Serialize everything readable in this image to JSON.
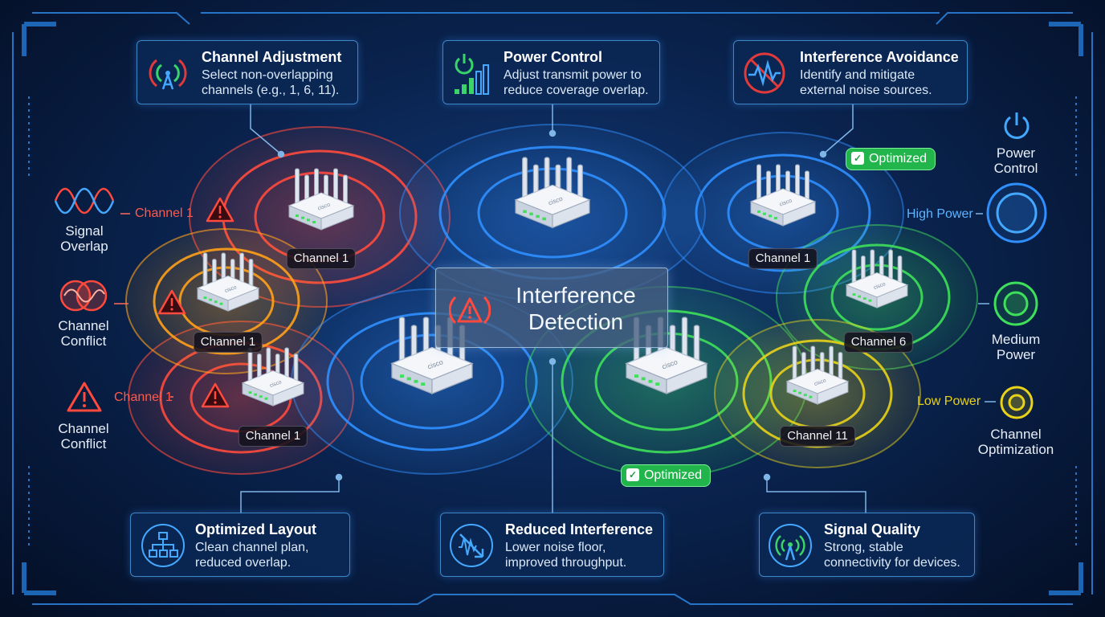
{
  "top_cards": [
    {
      "title": "Channel Adjustment",
      "line1": "Select non-overlapping",
      "line2": "channels (e.g., 1, 6, 11).",
      "icon": "antenna-signal-icon"
    },
    {
      "title": "Power Control",
      "line1": "Adjust transmit power to",
      "line2": "reduce coverage overlap.",
      "icon": "power-bars-icon"
    },
    {
      "title": "Interference Avoidance",
      "line1": "Identify and mitigate",
      "line2": "external noise sources.",
      "icon": "blocked-wave-icon"
    }
  ],
  "bottom_cards": [
    {
      "title": "Optimized Layout",
      "line1": "Clean channel plan,",
      "line2": "reduced overlap.",
      "icon": "network-tree-icon"
    },
    {
      "title": "Reduced Interference",
      "line1": "Lower noise floor,",
      "line2": "improved throughput.",
      "icon": "noise-down-icon"
    },
    {
      "title": "Signal Quality",
      "line1": "Strong, stable",
      "line2": "connectivity for devices.",
      "icon": "antenna-signal-icon"
    }
  ],
  "center": {
    "line1": "Interference",
    "line2": "Detection",
    "icon": "warning-signal-icon"
  },
  "router_tags": [
    "Channel 1",
    "Channel 1",
    "Channel 1",
    "Channel 1",
    "Channel 6",
    "Channel 11"
  ],
  "badges": [
    "Optimized",
    "Optimized"
  ],
  "left_legend": [
    {
      "line1": "Signal",
      "line2": "Overlap",
      "icon": "waves-overlap-icon"
    },
    {
      "line1": "Channel",
      "line2": "Conflict",
      "icon": "overlapping-circles-icon"
    },
    {
      "line1": "Channel",
      "line2": "Conflict",
      "icon": "warning-triangle-icon"
    }
  ],
  "left_labels": [
    "Channel 1",
    "Channel 1"
  ],
  "right_legend": {
    "power_control": {
      "line1": "Power",
      "line2": "Control"
    },
    "high_power": "High Power",
    "medium_power": {
      "line1": "Medium",
      "line2": "Power"
    },
    "low_power": "Low Power",
    "channel_optimization": {
      "line1": "Channel",
      "line2": "Optimization"
    }
  },
  "router_brand": "cisco",
  "colors": {
    "red": "#ff4a3d",
    "orange": "#ffa11a",
    "blue": "#2f8fff",
    "green": "#3ee05a",
    "yellow": "#e8d21a",
    "accent": "#45a8ff"
  }
}
